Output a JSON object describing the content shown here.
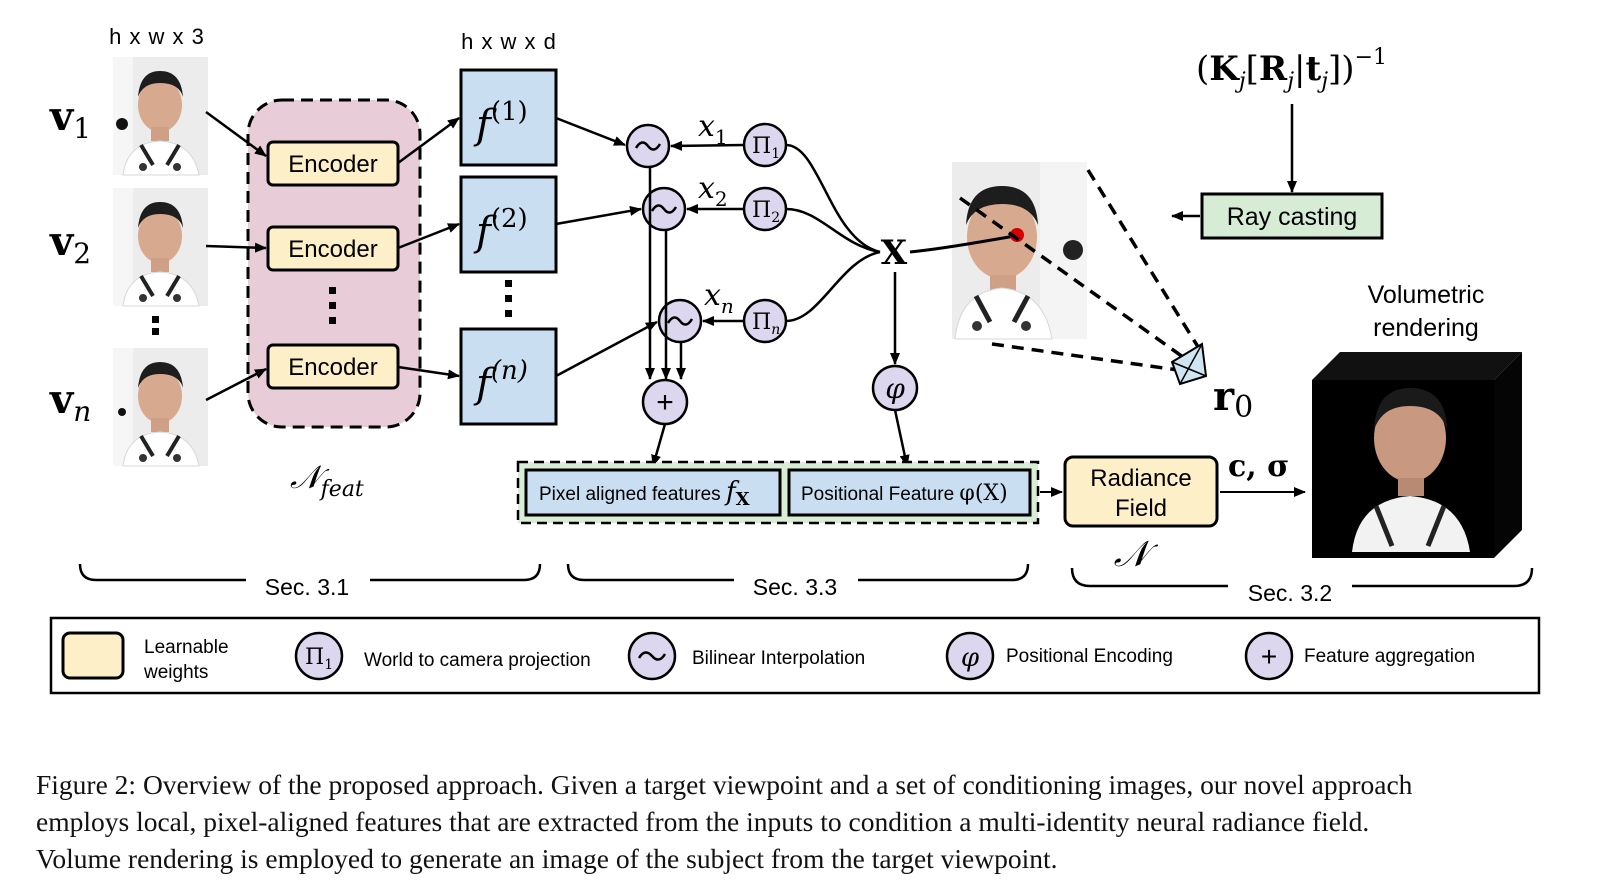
{
  "inputs": {
    "dim_label": "h x w x 3",
    "views": [
      {
        "base": "v",
        "sub": "1"
      },
      {
        "base": "v",
        "sub": "2"
      },
      {
        "base": "v",
        "sub": "n"
      }
    ]
  },
  "encoder": {
    "label": "Encoder",
    "net_symbol": "𝒩",
    "net_sub": "feat"
  },
  "features": {
    "dim_label": "h x w x d",
    "symbol": "f",
    "sups": [
      "(1)",
      "(2)",
      "(n)"
    ]
  },
  "interp": {
    "x_labels": [
      {
        "base": "x",
        "sub": "1"
      },
      {
        "base": "x",
        "sub": "2"
      },
      {
        "base": "x",
        "sub": "n"
      }
    ],
    "proj_symbol": "Π",
    "proj_subs": [
      "1",
      "2",
      "n"
    ],
    "interp_symbol": "~",
    "agg_symbol": "+"
  },
  "point": {
    "label": "X",
    "phi": "φ"
  },
  "camera": {
    "matrix_label": "(K",
    "matrix_full": "(Kj[Rj|tj])",
    "matrix_parts": {
      "open": "(",
      "K": "K",
      "j1": "j",
      "R": "R",
      "j2": "j",
      "t": "t",
      "j3": "j",
      "close": "])",
      "exp": "−1"
    },
    "ray_casting": "Ray casting",
    "origin": {
      "base": "r",
      "sub": "0"
    }
  },
  "feature_box": {
    "pixel_label": "Pixel aligned features ",
    "pixel_sym": "f",
    "pixel_sub": "X",
    "positional_label": "Positional Feature ",
    "positional_sym": "φ(X)"
  },
  "radiance": {
    "line1": "Radiance",
    "line2": "Field",
    "net_symbol": "𝒩",
    "output": "c, σ"
  },
  "volumetric": {
    "line1": "Volumetric",
    "line2": "rendering"
  },
  "sections": [
    "Sec. 3.1",
    "Sec. 3.3",
    "Sec. 3.2"
  ],
  "legend": {
    "learnable_1": "Learnable",
    "learnable_2": "weights",
    "proj": "World to camera projection",
    "proj_sub": "1",
    "bilinear": "Bilinear Interpolation",
    "posenc": "Positional Encoding",
    "agg": "Feature aggregation"
  },
  "caption": {
    "line1": "Figure 2: Overview of the proposed approach. Given a target viewpoint and a set of conditioning images, our novel approach",
    "line2": "employs local, pixel-aligned features that are extracted from the inputs to condition a multi-identity neural radiance field.",
    "line3": "Volume rendering is employed to generate an image of the subject from the target viewpoint."
  },
  "colors": {
    "encoder_bg": "#e8cdd8",
    "encoder_box": "#fdefc8",
    "feature_box": "#c9def0",
    "circle": "#dcd6ee",
    "ray_box": "#d7ecd4",
    "feature_frame": "#d9ecd5",
    "head_dark": "#000000",
    "photo_bg": "#ececec"
  }
}
